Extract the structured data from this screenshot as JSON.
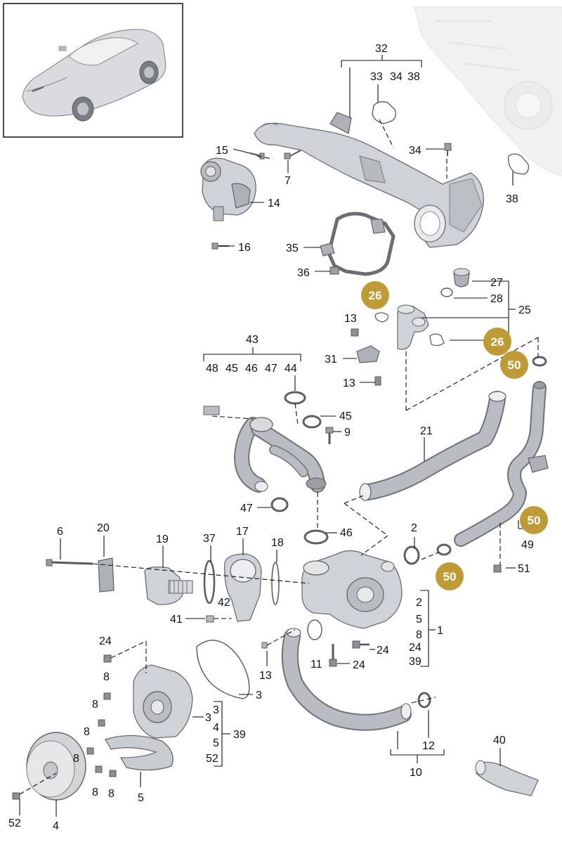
{
  "callouts": {
    "c32": "32",
    "c33": "33",
    "c34a": "34",
    "c38a": "38",
    "c15": "15",
    "c7": "7",
    "c34": "34",
    "c38": "38",
    "c14": "14",
    "c35": "35",
    "c36": "36",
    "c16": "16",
    "c27": "27",
    "c28": "28",
    "c25": "25",
    "c13a": "13",
    "c31": "31",
    "c13b": "13",
    "c43": "43",
    "c48": "48",
    "c45a": "45",
    "c46a": "46",
    "c47a": "47",
    "c44": "44",
    "c45": "45",
    "c9": "9",
    "c47": "47",
    "c46": "46",
    "c21": "21",
    "c6": "6",
    "c20": "20",
    "c19": "19",
    "c37": "37",
    "c17": "17",
    "c18": "18",
    "c2": "2",
    "c42": "42",
    "c41": "41",
    "c1": "1",
    "c1_2": "2",
    "c1_5": "5",
    "c1_8": "8",
    "c1_24": "24",
    "c1_39": "39",
    "c24a": "24",
    "c11": "11",
    "c24b": "24",
    "c13c": "13",
    "c49": "49",
    "c51": "51",
    "c24c": "24",
    "c8a": "8",
    "c8b": "8",
    "c8c": "8",
    "c8d": "8",
    "c8e": "8",
    "c8f": "8",
    "c3": "3",
    "c39": "39",
    "c3b": "3",
    "c4b": "4",
    "c5b": "5",
    "c52b": "52",
    "c52": "52",
    "c4": "4",
    "c5": "5",
    "c12": "12",
    "c10": "10",
    "c40": "40"
  },
  "badges": {
    "b26a": "26",
    "b26b": "26",
    "b50a": "50",
    "b50b": "50",
    "b50c": "50"
  },
  "colors": {
    "badge": "#bf9b37",
    "part_fill": "#cfd2d6",
    "part_edge": "#6a6d72",
    "line": "#111111"
  }
}
